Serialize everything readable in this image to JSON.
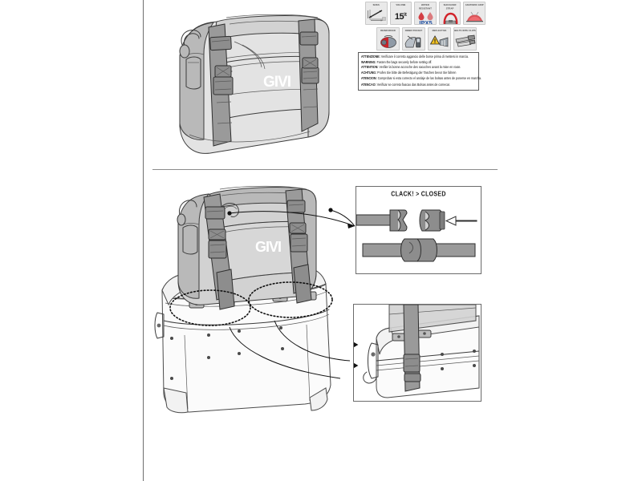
{
  "document": {
    "brand": "GIVI",
    "type": "product-instruction-sheet",
    "background_color": "#ffffff"
  },
  "features": {
    "rows": [
      [
        {
          "key": "sizes",
          "caption": "SIZES",
          "icon": "dimensions-arrows-icon",
          "value": ""
        },
        {
          "key": "volume",
          "caption": "VOLUME",
          "icon": "volume-icon",
          "value": "15",
          "unit": "lt"
        },
        {
          "key": "water_resistant",
          "caption": "WATER RESISTANT",
          "icon": "water-resistant-icon",
          "value": "IPX5"
        },
        {
          "key": "shoulder_strap",
          "caption": "SHOULDER STRAP",
          "icon": "shoulder-strap-icon",
          "value": ""
        },
        {
          "key": "anatomic_grip",
          "caption": "ANATOMIC GRIP",
          "icon": "anatomic-grip-icon",
          "value": ""
        }
      ],
      [
        {
          "key": "reinforced",
          "caption": "REINFORCED",
          "icon": "reinforced-icon",
          "value": ""
        },
        {
          "key": "inner_pocket",
          "caption": "INNER POCKET",
          "icon": "inner-pocket-icon",
          "value": ""
        },
        {
          "key": "reflective",
          "caption": "REFLECTIVE",
          "icon": "reflective-icon",
          "value": ""
        },
        {
          "key": "belts_with_clips",
          "caption": "BELTS WITH CLIPS",
          "icon": "belts-with-clips-icon",
          "value": ""
        }
      ]
    ]
  },
  "warning": {
    "lines": [
      {
        "lang": "it",
        "label": "ATTENZIONE:",
        "text": "Verificare il corretto aggancio delle borse prima di mettersi in marcia."
      },
      {
        "lang": "en",
        "label": "WARNING:",
        "text": "Fasten the bags securely before setting off."
      },
      {
        "lang": "fr",
        "label": "ATTENTION:",
        "text": "Verifier la bonne accroche des sacoches avant la mise en route."
      },
      {
        "lang": "de",
        "label": "ACHTUNG:",
        "text": "Prufen Sie bitte die Befestigung der Taschen bevor Sie fahren"
      },
      {
        "lang": "es",
        "label": "ATENCION:",
        "text": "Comprobar si esta correcto el anclaje de las bolsas antes de ponerse en marcha."
      },
      {
        "lang": "pt",
        "label": "ATENCAO:",
        "text": "Verificar se correta fixacao das Bolsas antes de comecar."
      }
    ]
  },
  "buckle_panel": {
    "title": "CLACK! > CLOSED",
    "states": [
      "open-buckle",
      "closing-buckle-with-arrow",
      "closed-buckle-on-strap"
    ]
  },
  "detail_panel": {
    "title": "",
    "subject": "strap-anchor-detail"
  },
  "illustrations": {
    "top": {
      "name": "bag-three-quarter-view",
      "logo": "GIVI"
    },
    "bottom": {
      "name": "bag-mounted-on-top-case",
      "logo": "GIVI",
      "highlights": [
        "left-anchor-ellipse",
        "right-anchor-ellipse"
      ]
    }
  }
}
